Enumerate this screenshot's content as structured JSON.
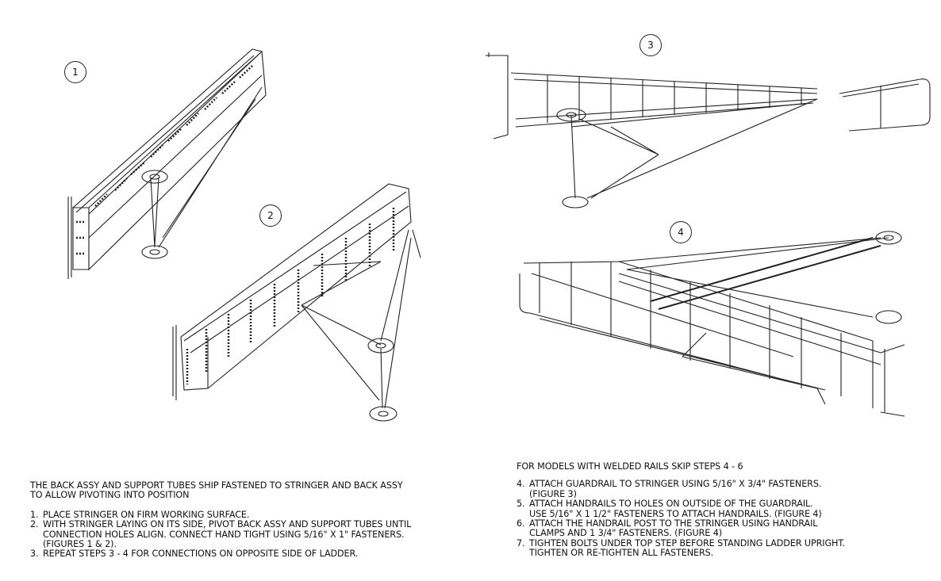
{
  "figures": [
    {
      "label": "1"
    },
    {
      "label": "2"
    },
    {
      "label": "3"
    },
    {
      "label": "4"
    }
  ],
  "left_notes": {
    "intro_line1": "THE BACK ASSY AND SUPPORT TUBES SHIP FASTENED TO STRINGER AND BACK ASSY",
    "intro_line2": "TO ALLOW PIVOTING INTO POSITION",
    "steps": [
      {
        "num": "1.",
        "lines": [
          "PLACE STRINGER ON FIRM WORKING SURFACE."
        ]
      },
      {
        "num": "2.",
        "lines": [
          "WITH STRINGER LAYING ON ITS SIDE, PIVOT BACK ASSY AND SUPPORT TUBES UNTIL",
          "CONNECTION HOLES ALIGN.  CONNECT HAND TIGHT USING 5/16\" X 1\" FASTENERS.",
          "(FIGURES 1 & 2)."
        ]
      },
      {
        "num": "3.",
        "lines": [
          "REPEAT STEPS 3 - 4 FOR CONNECTIONS ON OPPOSITE SIDE OF LADDER."
        ]
      }
    ]
  },
  "right_notes": {
    "intro": "FOR MODELS WITH WELDED RAILS SKIP STEPS 4 - 6",
    "steps": [
      {
        "num": "4.",
        "lines": [
          "ATTACH GUARDRAIL TO STRINGER USING 5/16\" X 3/4\" FASTENERS.",
          "(FIGURE 3)"
        ]
      },
      {
        "num": "5.",
        "lines": [
          "ATTACH HANDRAILS TO HOLES ON OUTSIDE OF THE GUARDRAIL.",
          "USE 5/16\" X 1 1/2\" FASTENERS TO ATTACH HANDRAILS.  (FIGURE 4)"
        ]
      },
      {
        "num": "6.",
        "lines": [
          "ATTACH THE HANDRAIL POST TO THE STRINGER USING HANDRAIL",
          "CLAMPS AND 1 3/4\" FASTENERS. (FIGURE 4)"
        ]
      },
      {
        "num": "7.",
        "lines": [
          "TIGHTEN BOLTS UNDER TOP STEP BEFORE STANDING LADDER UPRIGHT.",
          "TIGHTEN OR RE-TIGHTEN ALL FASTENERS."
        ]
      }
    ]
  }
}
